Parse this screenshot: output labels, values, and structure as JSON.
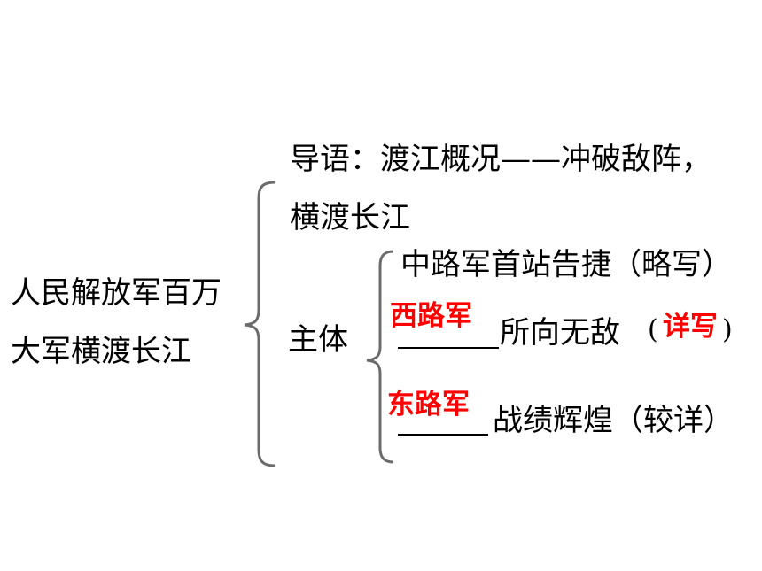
{
  "title": {
    "line1": "人民解放军百万",
    "line2": "大军横渡长江"
  },
  "intro": {
    "line1": "导语：渡江概况——冲破敌阵，",
    "line2": "横渡长江"
  },
  "main": {
    "label": "主体",
    "item1": "中路军首站告捷（略写）",
    "item2": {
      "answer": "西路军",
      "text": "所向无敌",
      "open_paren": "(",
      "note": "详写",
      "close_paren": ")"
    },
    "item3": {
      "answer": "东路军",
      "text": "战绩辉煌（较详）"
    }
  },
  "colors": {
    "answer": "#ff0000",
    "text": "#000000",
    "brace": "#6b6b6b"
  }
}
